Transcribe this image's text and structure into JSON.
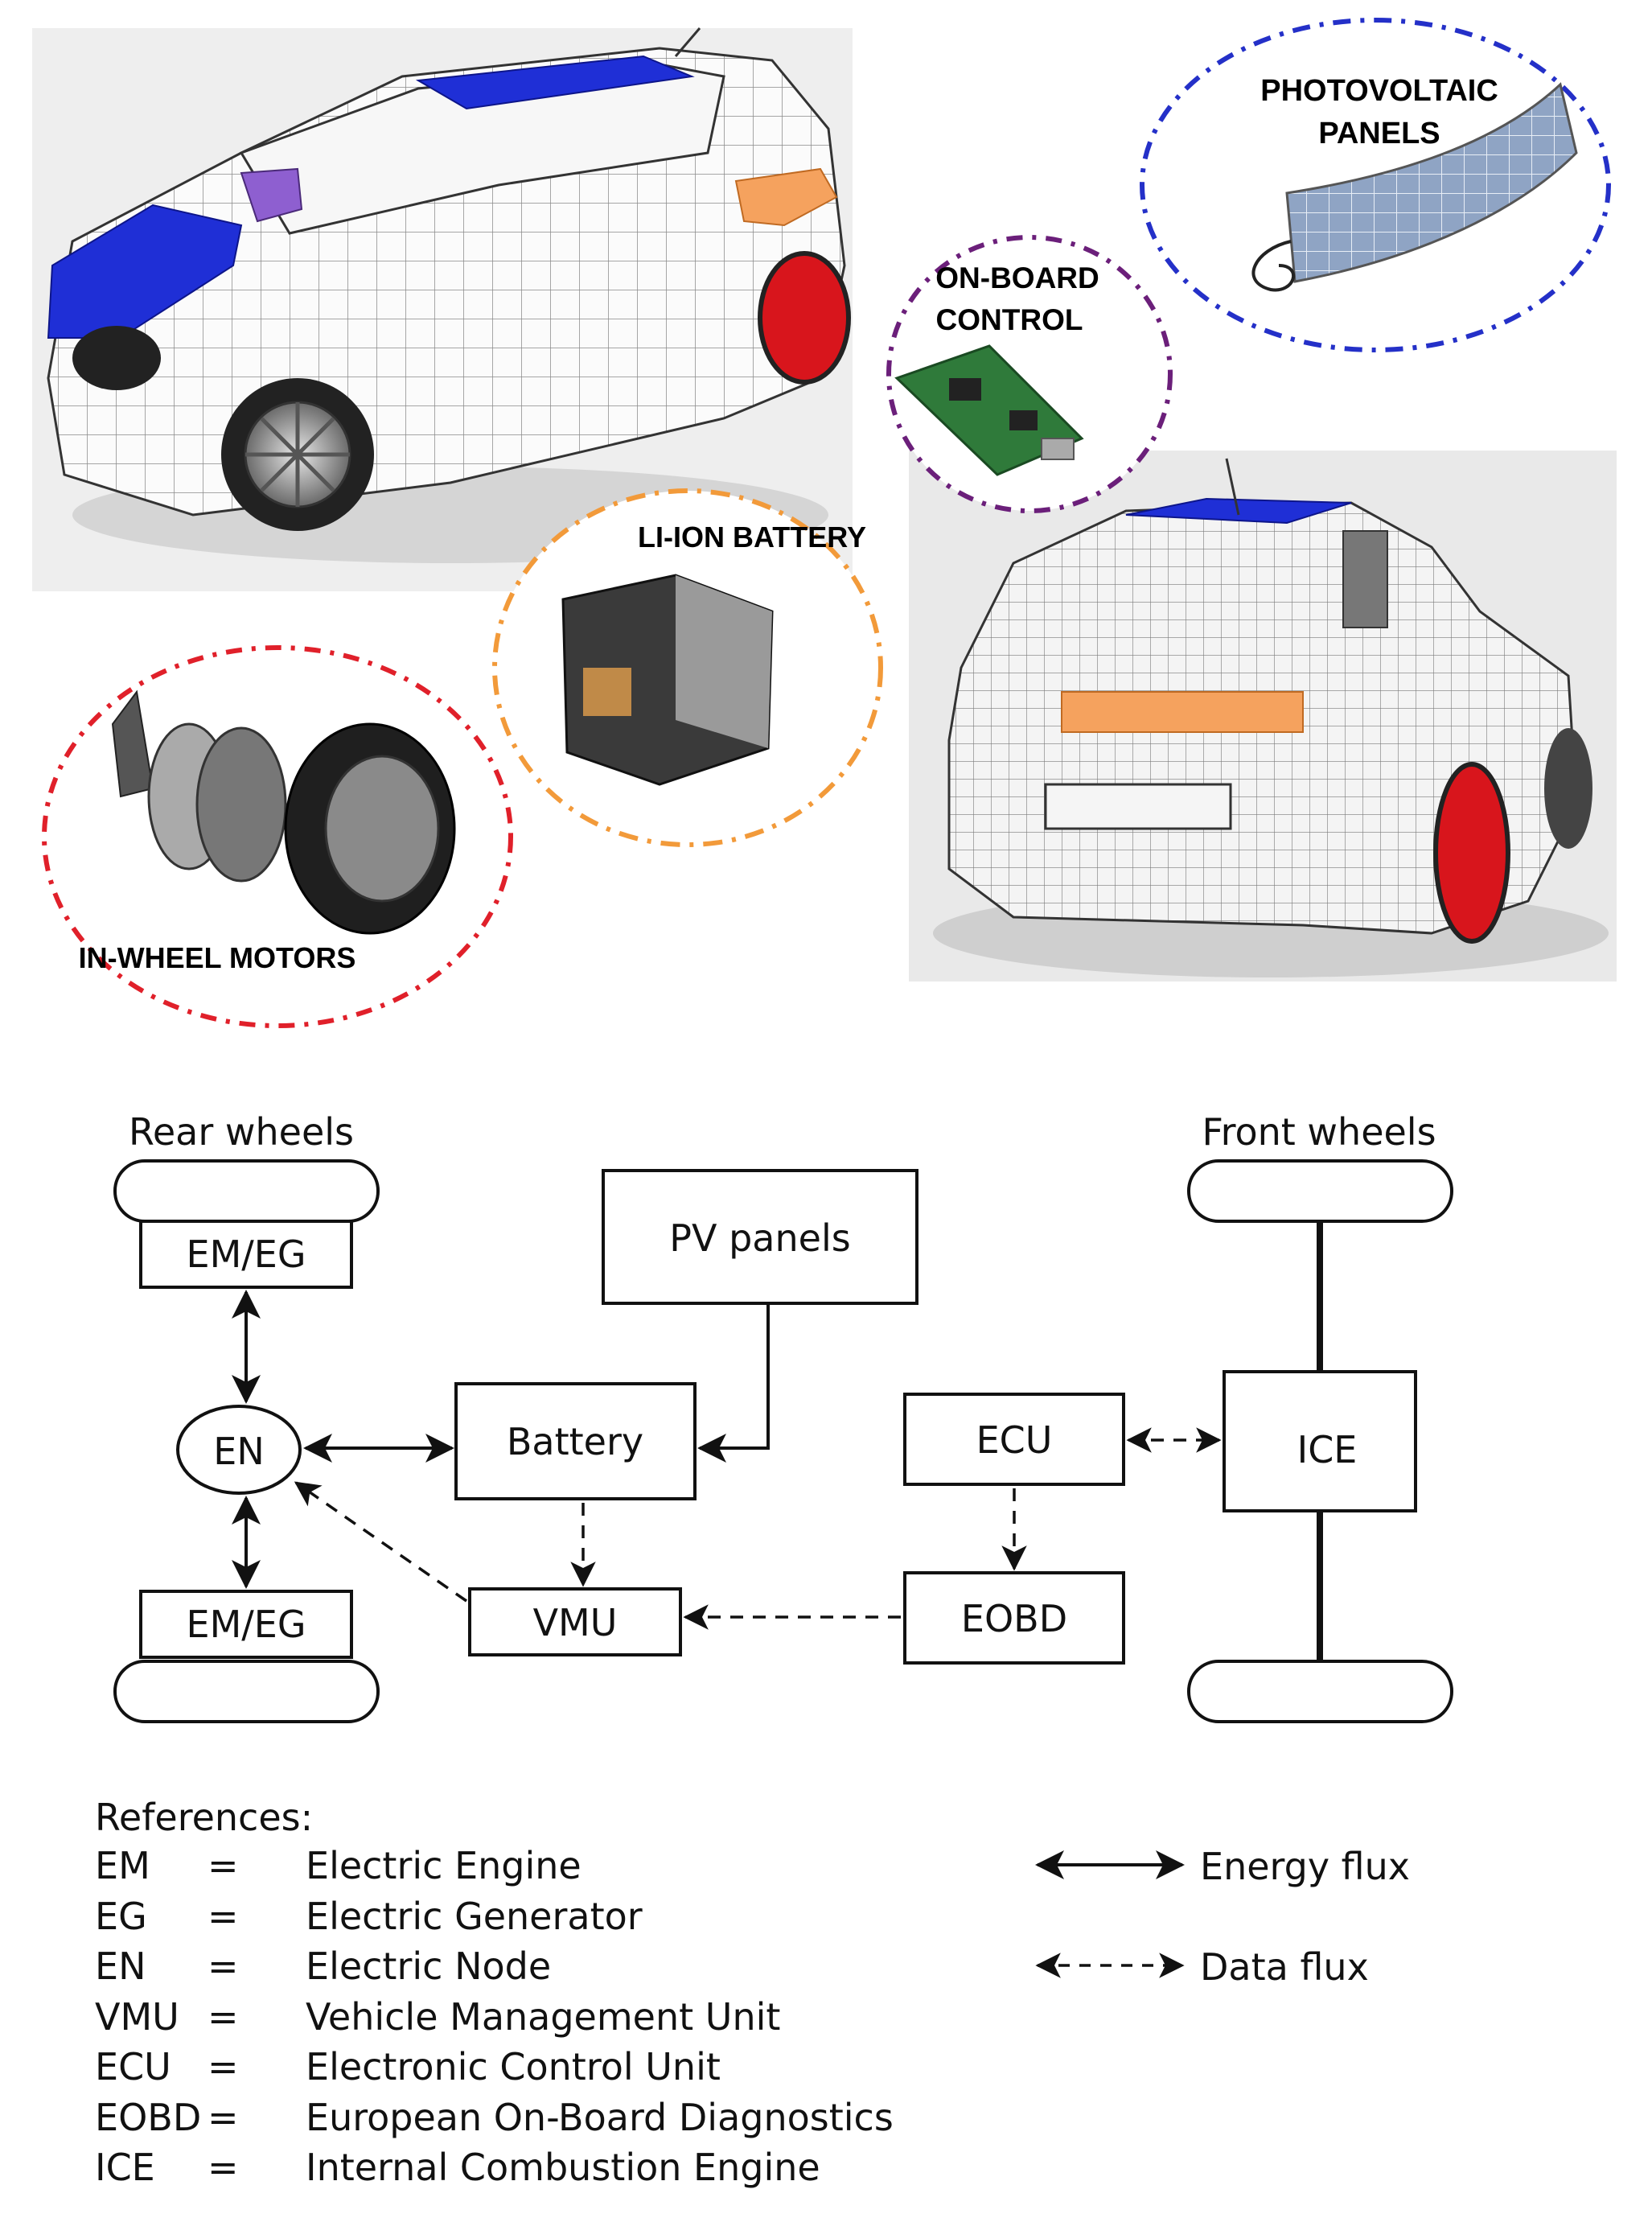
{
  "callouts": {
    "photovoltaic": [
      "PHOTOVOLTAIC",
      "PANELS"
    ],
    "onboard": [
      "ON-BOARD",
      "CONTROL"
    ],
    "battery": "LI-ION BATTERY",
    "motors": "IN-WHEEL MOTORS"
  },
  "diagram": {
    "rear_wheels": "Rear wheels",
    "front_wheels": "Front wheels",
    "em_eg_top": "EM/EG",
    "em_eg_bottom": "EM/EG",
    "en": "EN",
    "battery": "Battery",
    "pv_panels": "PV panels",
    "vmu": "VMU",
    "ecu": "ECU",
    "eobd": "EOBD",
    "ice": "ICE"
  },
  "references": {
    "title": "References:",
    "rows": [
      {
        "abbr": "EM",
        "eq": "=",
        "meaning": "Electric Engine"
      },
      {
        "abbr": "EG",
        "eq": "=",
        "meaning": "Electric Generator"
      },
      {
        "abbr": "EN",
        "eq": "=",
        "meaning": "Electric Node"
      },
      {
        "abbr": "VMU",
        "eq": "=",
        "meaning": "Vehicle Management Unit"
      },
      {
        "abbr": "ECU",
        "eq": "=",
        "meaning": "Electronic Control Unit"
      },
      {
        "abbr": "EOBD",
        "eq": "=",
        "meaning": "European On-Board Diagnostics"
      },
      {
        "abbr": "ICE",
        "eq": "=",
        "meaning": "Internal Combustion Engine"
      }
    ]
  },
  "legend": {
    "energy": "Energy flux",
    "data": "Data flux"
  },
  "colors": {
    "solar_blue": "#1f2fd6",
    "orange": "#f5a25e",
    "wheel_red": "#d8151c",
    "purple": "#6b1f7a",
    "orange_dash": "#f29a3a",
    "red_dash": "#e0202a",
    "blue_dash": "#2430c8"
  }
}
